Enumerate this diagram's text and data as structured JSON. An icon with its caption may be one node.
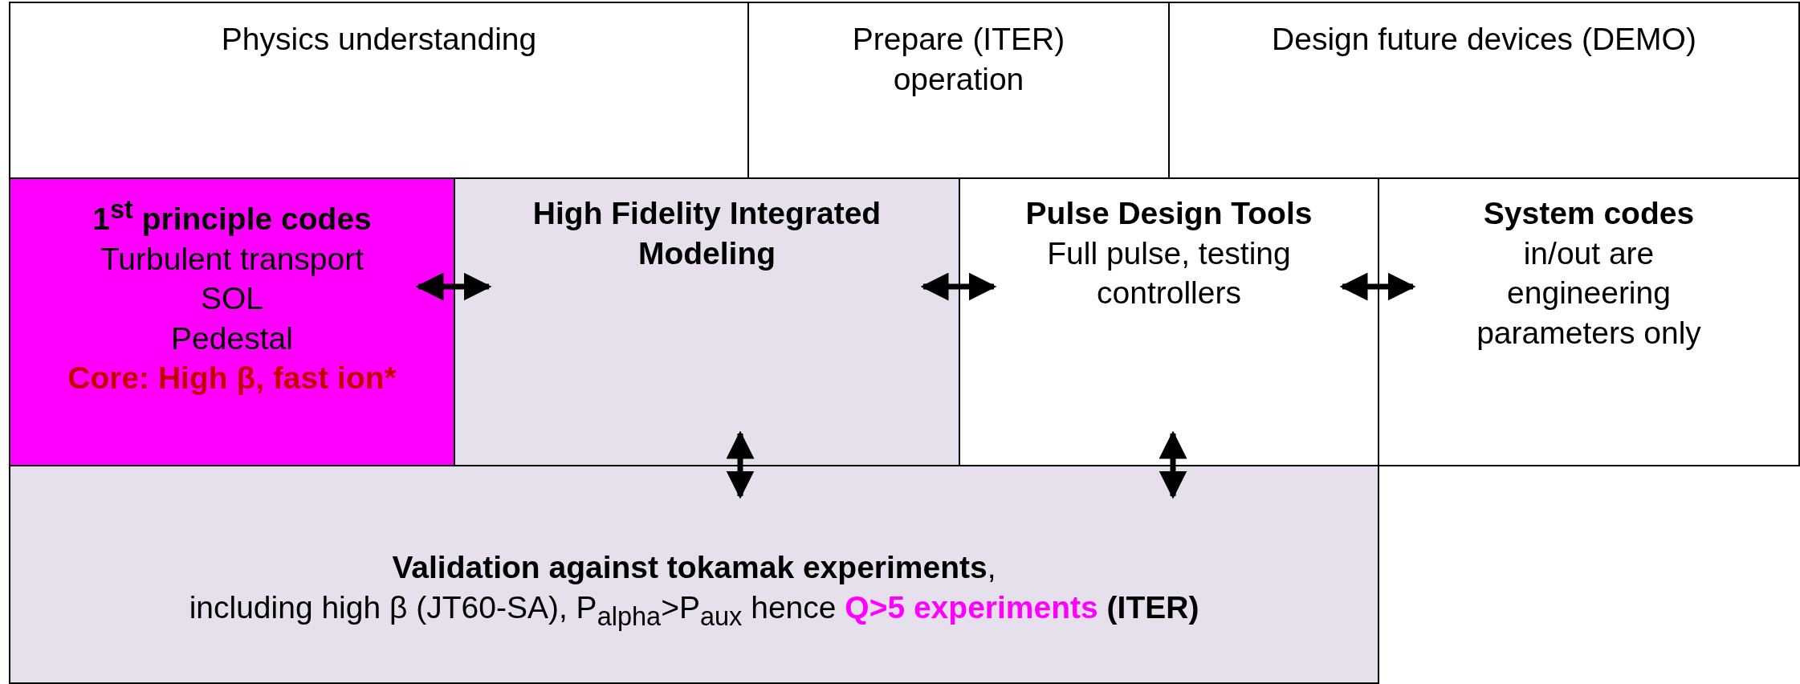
{
  "diagram": {
    "nodes": [
      {
        "text": [
          "Physics understanding"
        ]
      },
      {
        "text": [
          "Prepare (ITER) operation"
        ]
      },
      {
        "text": [
          "Design future devices (DEMO)"
        ]
      },
      {
        "text": [
          "1$^{st}$ principle codes",
          "Turbulent transport",
          "SOL",
          "Pedestal",
          "Core: High β, fast ion*"
        ]
      },
      {
        "text": [
          "High Fidelity Integrated Modeling"
        ]
      },
      {
        "text": [
          "Pulse Design Tools",
          "Full pulse, testing controllers"
        ]
      },
      {
        "text": [
          "System codes",
          "in/out are engineering parameters only"
        ]
      },
      {
        "text": [
          "**Validation against tokamak experiments**,",
          "including high β (JT60-SA), P$_{alpha}$>P$_{aux}$ hence **Q>5 experiments** **(ITER)**"
        ]
      }
    ],
    "edges": [
      {
        "from": 3,
        "to": 4,
        "arrow": "both"
      },
      {
        "from": 4,
        "to": 5,
        "arrow": "both"
      },
      {
        "from": 5,
        "to": 6,
        "arrow": "both"
      },
      {
        "from": 4,
        "to": 7,
        "arrow": "both"
      },
      {
        "from": 5,
        "to": 7,
        "arrow": "both"
      }
    ]
  }
}
